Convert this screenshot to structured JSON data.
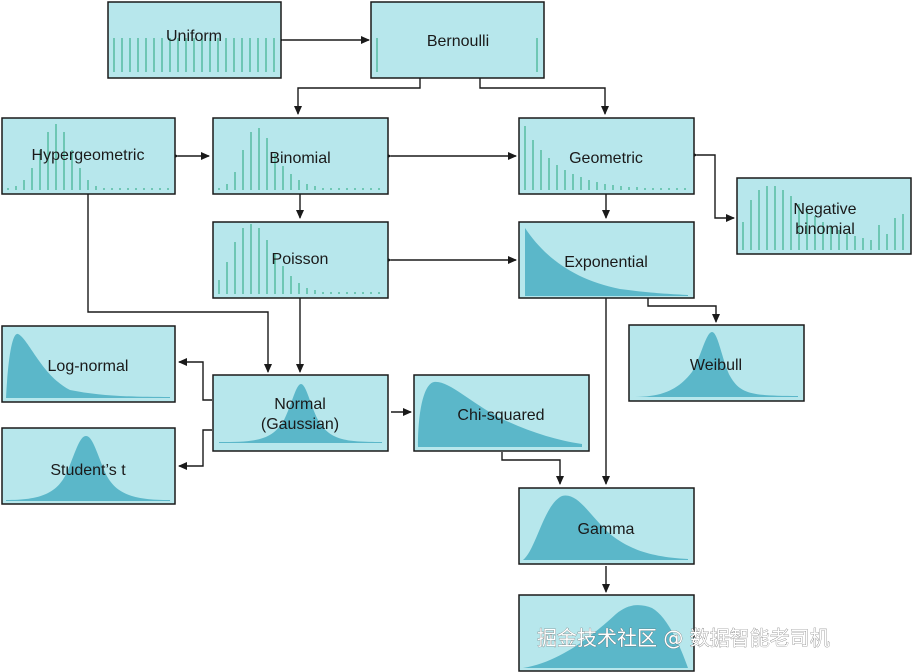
{
  "nodes": {
    "uniform": "Uniform",
    "bernoulli": "Bernoulli",
    "hypergeometric": "Hypergeometric",
    "binomial": "Binomial",
    "geometric": "Geometric",
    "negative_binomial_1": "Negative",
    "negative_binomial_2": "binomial",
    "poisson": "Poisson",
    "exponential": "Exponential",
    "log_normal": "Log-normal",
    "normal_1": "Normal",
    "normal_2": "(Gaussian)",
    "chi_squared": "Chi-squared",
    "weibull": "Weibull",
    "students_t": "Student’s t",
    "gamma": "Gamma"
  },
  "watermark": "掘金技术社区 @ 数据智能老司机",
  "colors": {
    "box_fill": "#b7e7ec",
    "discrete_bar": "#5cbfa6",
    "continuous_fill": "#5bb7c9",
    "line": "#1a1a1a"
  }
}
